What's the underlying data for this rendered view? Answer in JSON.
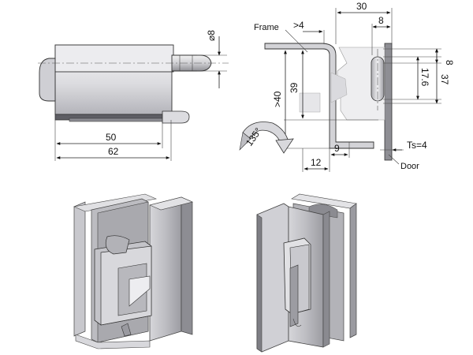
{
  "left_view": {
    "dim_diameter": "⌀8",
    "dim_50": "50",
    "dim_62": "62"
  },
  "right_view": {
    "dim_30": "30",
    "dim_8_top": "8",
    "dim_gt4": ">4",
    "dim_8_right": "8",
    "dim_17_6": "17.6",
    "dim_37": "37",
    "dim_gt40": ">40",
    "dim_39": "39",
    "dim_9": "9",
    "dim_12": "12",
    "dim_ts": "Ts=4",
    "angle": "135°",
    "label_frame": "Frame",
    "label_door": "Door"
  },
  "colors": {
    "body_light": "#e9e9ec",
    "body_mid": "#c9c9ce",
    "body_dark": "#8e8e94",
    "shadow": "#6a6a70"
  }
}
